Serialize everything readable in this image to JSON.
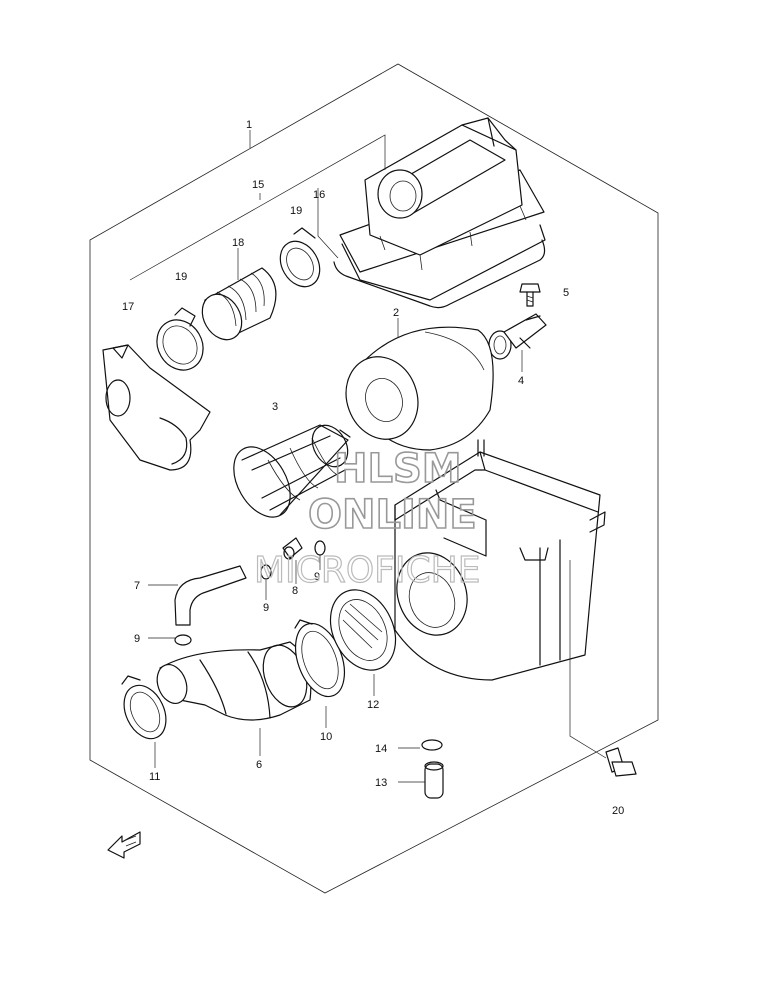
{
  "watermark": {
    "line1": "HLSM",
    "line2": "ONLINE",
    "line3": "MICROFICHE"
  },
  "callouts": {
    "n1": "1",
    "n2": "2",
    "n3": "3",
    "n4": "4",
    "n5": "5",
    "n6": "6",
    "n7": "7",
    "n8": "8",
    "n9a": "9",
    "n9b": "9",
    "n9c": "9",
    "n10": "10",
    "n11": "11",
    "n12": "12",
    "n13": "13",
    "n14": "14",
    "n15": "15",
    "n16": "16",
    "n17": "17",
    "n18": "18",
    "n19a": "19",
    "n19b": "19",
    "n20": "20"
  },
  "fwd_arrow": {
    "icon": "fwd-arrow-icon"
  }
}
